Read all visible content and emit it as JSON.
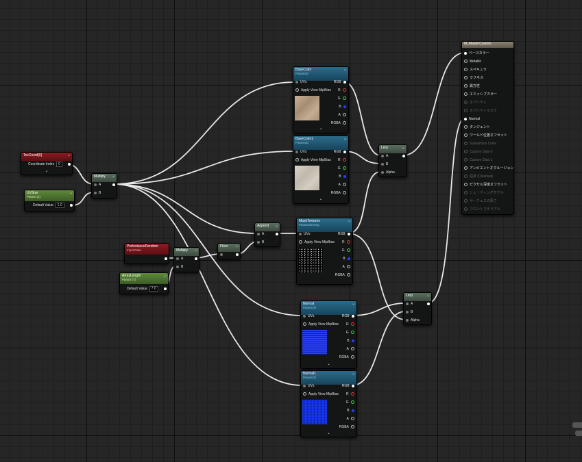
{
  "nodes": {
    "basecolor": {
      "title": "BaseColor",
      "subtitle": "Param2D",
      "uvs": "UVs",
      "apply": "Apply View MipBias",
      "outs": [
        "RGB",
        "R",
        "G",
        "B",
        "A",
        "RGBA"
      ]
    },
    "basecolor1": {
      "title": "BaseColor1",
      "subtitle": "Param2D",
      "uvs": "UVs",
      "apply": "Apply View MipBias",
      "outs": [
        "RGB",
        "R",
        "G",
        "B",
        "A",
        "RGBA"
      ]
    },
    "masktextures": {
      "title": "MaskTextures",
      "subtitle": "Param2DArray",
      "uvs": "UVs",
      "apply": "Apply View MipBias",
      "outs": [
        "RGB",
        "R",
        "G",
        "B",
        "A",
        "RGBA"
      ]
    },
    "normal": {
      "title": "Normal",
      "subtitle": "Param2D",
      "uvs": "UVs",
      "apply": "Apply View MipBias",
      "outs": [
        "RGB",
        "R",
        "G",
        "B",
        "A",
        "RGBA"
      ]
    },
    "normal1": {
      "title": "Normal1",
      "subtitle": "Param2D",
      "uvs": "UVs",
      "apply": "Apply View MipBias",
      "outs": [
        "RGB",
        "R",
        "G",
        "B",
        "A",
        "RGBA"
      ]
    },
    "texcoord": {
      "title": "TexCoord[0]",
      "label": "Coordinate Index",
      "value": "0"
    },
    "uvsize": {
      "title": "UVSize",
      "subtitle": "Param (1)",
      "label": "Default Value",
      "value": "1.0"
    },
    "multiply1": {
      "title": "Multiply",
      "a": "A",
      "b": "B"
    },
    "perinstance": {
      "title": "PerInstanceRandom",
      "subtitle": "Input Data"
    },
    "multiply2": {
      "title": "Multiply",
      "a": "A",
      "b": "B"
    },
    "floor": {
      "title": "Floor"
    },
    "append": {
      "title": "Append",
      "a": "A",
      "b": "B"
    },
    "arraylength": {
      "title": "ArrayLength",
      "subtitle": "Param (7)",
      "label": "Default Value",
      "value": "7.0"
    },
    "lerp1": {
      "title": "Lerp",
      "a": "A",
      "b": "B",
      "alpha": "Alpha"
    },
    "lerp2": {
      "title": "Lerp",
      "a": "A",
      "b": "B",
      "alpha": "Alpha"
    },
    "material": {
      "title": "M_MasterCustom",
      "inputs": [
        {
          "label": "ベースカラー",
          "active": true,
          "filled": true
        },
        {
          "label": "Metallic",
          "active": true,
          "filled": false
        },
        {
          "label": "スペキュラ",
          "active": true,
          "filled": false
        },
        {
          "label": "ラフネス",
          "active": true,
          "filled": false
        },
        {
          "label": "異方性",
          "active": true,
          "filled": false
        },
        {
          "label": "エミッシブカラー",
          "active": true,
          "filled": false
        },
        {
          "label": "オパシティ",
          "active": false,
          "filled": false
        },
        {
          "label": "オパシティマスク",
          "active": false,
          "filled": false
        },
        {
          "label": "Normal",
          "active": true,
          "filled": true
        },
        {
          "label": "タンジェント",
          "active": true,
          "filled": false
        },
        {
          "label": "ワールド位置オフセット",
          "active": true,
          "filled": false
        },
        {
          "label": "Subsurface Color",
          "active": false,
          "filled": false
        },
        {
          "label": "Custom Data 0",
          "active": false,
          "filled": false
        },
        {
          "label": "Custom Data 1",
          "active": false,
          "filled": false
        },
        {
          "label": "アンビエントオクルージョン",
          "active": true,
          "filled": false
        },
        {
          "label": "屈折 (Disabled)",
          "active": false,
          "filled": false
        },
        {
          "label": "ピクセル深度オフセット",
          "active": true,
          "filled": false
        },
        {
          "label": "シェーディングモデル",
          "active": false,
          "filled": false
        },
        {
          "label": "サーフェスの厚さ",
          "active": false,
          "filled": false
        },
        {
          "label": "フロントマテリアル",
          "active": false,
          "filled": false
        }
      ]
    }
  }
}
